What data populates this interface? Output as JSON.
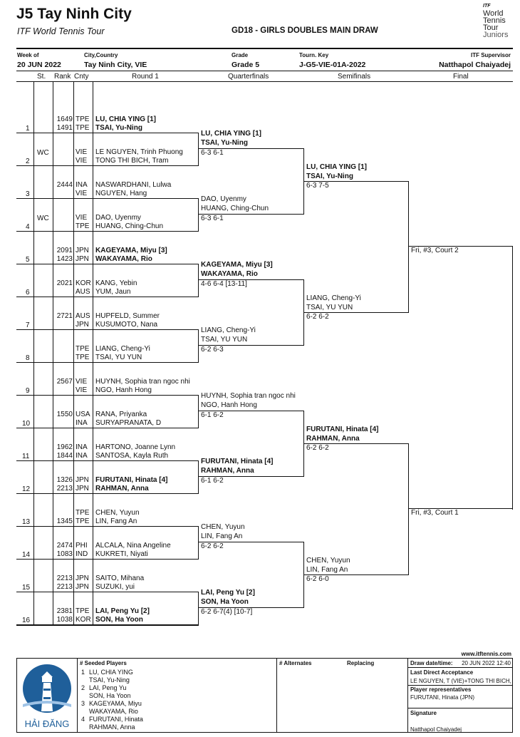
{
  "header": {
    "title": "J5 Tay Ninh City",
    "subtitle": "ITF World Tennis Tour",
    "draw_name": "GD18 - GIRLS DOUBLES MAIN DRAW",
    "logo_lines": [
      "World",
      "Tennis",
      "Tour",
      "Juniors"
    ],
    "logo_badge": "ITF",
    "week_label": "Week of",
    "week_value": "20 JUN 2022",
    "city_label": "City,Country",
    "city_value": "Tay Ninh City, VIE",
    "grade_label": "Grade",
    "grade_value": "Grade 5",
    "key_label": "Tourn. Key",
    "key_value": "J-G5-VIE-01A-2022",
    "supervisor_label": "ITF Supervisor",
    "supervisor_value": "Natthapol Chaiyadej"
  },
  "columns": {
    "st": "St.",
    "rank": "Rank",
    "cnty": "Cnty",
    "round1": "Round 1",
    "qf": "Quarterfinals",
    "sf": "Semifinals",
    "final": "Final"
  },
  "lines": [
    {
      "n": "1",
      "st": "",
      "p": [
        {
          "rank": "1649",
          "cnty": "TPE",
          "name": "LU, CHIA YING [1]",
          "bold": true
        },
        {
          "rank": "1491",
          "cnty": "TPE",
          "name": "TSAI, Yu-Ning",
          "bold": true
        }
      ]
    },
    {
      "n": "2",
      "st": "WC",
      "p": [
        {
          "rank": "",
          "cnty": "VIE",
          "name": "LE NGUYEN, Trinh Phuong",
          "bold": false
        },
        {
          "rank": "",
          "cnty": "VIE",
          "name": "TONG THI BICH, Tram",
          "bold": false
        }
      ]
    },
    {
      "n": "3",
      "st": "",
      "p": [
        {
          "rank": "2444",
          "cnty": "INA",
          "name": "NASWARDHANI, Lulwa",
          "bold": false
        },
        {
          "rank": "",
          "cnty": "VIE",
          "name": "NGUYEN, Hang",
          "bold": false
        }
      ]
    },
    {
      "n": "4",
      "st": "WC",
      "p": [
        {
          "rank": "",
          "cnty": "VIE",
          "name": "DAO, Uyenmy",
          "bold": false
        },
        {
          "rank": "",
          "cnty": "TPE",
          "name": "HUANG, Ching-Chun",
          "bold": false
        }
      ]
    },
    {
      "n": "5",
      "st": "",
      "p": [
        {
          "rank": "2091",
          "cnty": "JPN",
          "name": "KAGEYAMA, Miyu [3]",
          "bold": true
        },
        {
          "rank": "1423",
          "cnty": "JPN",
          "name": "WAKAYAMA, Rio",
          "bold": true
        }
      ]
    },
    {
      "n": "6",
      "st": "",
      "p": [
        {
          "rank": "2021",
          "cnty": "KOR",
          "name": "KANG, Yebin",
          "bold": false
        },
        {
          "rank": "",
          "cnty": "AUS",
          "name": "YUM, Jaun",
          "bold": false
        }
      ]
    },
    {
      "n": "7",
      "st": "",
      "p": [
        {
          "rank": "2721",
          "cnty": "AUS",
          "name": "HUPFELD, Summer",
          "bold": false
        },
        {
          "rank": "",
          "cnty": "JPN",
          "name": "KUSUMOTO, Nana",
          "bold": false
        }
      ]
    },
    {
      "n": "8",
      "st": "",
      "p": [
        {
          "rank": "",
          "cnty": "TPE",
          "name": "LIANG, Cheng-Yi",
          "bold": false
        },
        {
          "rank": "",
          "cnty": "TPE",
          "name": "TSAI, YU YUN",
          "bold": false
        }
      ]
    },
    {
      "n": "9",
      "st": "",
      "p": [
        {
          "rank": "2567",
          "cnty": "VIE",
          "name": "HUYNH, Sophia tran ngoc nhi",
          "bold": false
        },
        {
          "rank": "",
          "cnty": "VIE",
          "name": "NGO, Hanh Hong",
          "bold": false
        }
      ]
    },
    {
      "n": "10",
      "st": "",
      "p": [
        {
          "rank": "1550",
          "cnty": "USA",
          "name": "RANA, Priyanka",
          "bold": false
        },
        {
          "rank": "",
          "cnty": "INA",
          "name": "SURYAPRANATA, D",
          "bold": false
        }
      ]
    },
    {
      "n": "11",
      "st": "",
      "p": [
        {
          "rank": "1962",
          "cnty": "INA",
          "name": "HARTONO, Joanne Lynn",
          "bold": false
        },
        {
          "rank": "1844",
          "cnty": "INA",
          "name": "SANTOSA, Kayla Ruth",
          "bold": false
        }
      ]
    },
    {
      "n": "12",
      "st": "",
      "p": [
        {
          "rank": "1326",
          "cnty": "JPN",
          "name": "FURUTANI, Hinata [4]",
          "bold": true
        },
        {
          "rank": "2213",
          "cnty": "JPN",
          "name": "RAHMAN, Anna",
          "bold": true
        }
      ]
    },
    {
      "n": "13",
      "st": "",
      "p": [
        {
          "rank": "",
          "cnty": "TPE",
          "name": "CHEN, Yuyun",
          "bold": false
        },
        {
          "rank": "1345",
          "cnty": "TPE",
          "name": "LIN, Fang An",
          "bold": false
        }
      ]
    },
    {
      "n": "14",
      "st": "",
      "p": [
        {
          "rank": "2474",
          "cnty": "PHI",
          "name": "ALCALA, Nina Angeline",
          "bold": false
        },
        {
          "rank": "1083",
          "cnty": "IND",
          "name": "KUKRETI, Niyati",
          "bold": false
        }
      ]
    },
    {
      "n": "15",
      "st": "",
      "p": [
        {
          "rank": "2213",
          "cnty": "JPN",
          "name": "SAITO, Mihana",
          "bold": false
        },
        {
          "rank": "2213",
          "cnty": "JPN",
          "name": "SUZUKI, yui",
          "bold": false
        }
      ]
    },
    {
      "n": "16",
      "st": "",
      "p": [
        {
          "rank": "2381",
          "cnty": "TPE",
          "name": "LAI, Peng Yu [2]",
          "bold": true
        },
        {
          "rank": "1038",
          "cnty": "KOR",
          "name": "SON, Ha Yoon",
          "bold": true
        }
      ]
    }
  ],
  "qf": [
    {
      "n1": "LU, CHIA YING [1]",
      "n2": "TSAI, Yu-Ning",
      "bold": true,
      "score": "6-3 6-1"
    },
    {
      "n1": "DAO, Uyenmy",
      "n2": "HUANG, Ching-Chun",
      "bold": false,
      "score": "6-3 6-1"
    },
    {
      "n1": "KAGEYAMA, Miyu [3]",
      "n2": "WAKAYAMA, Rio",
      "bold": true,
      "score": "4-6 6-4 [13-11]"
    },
    {
      "n1": "LIANG, Cheng-Yi",
      "n2": "TSAI, YU YUN",
      "bold": false,
      "score": "6-2 6-3"
    },
    {
      "n1": "HUYNH, Sophia tran ngoc nhi",
      "n2": "NGO, Hanh Hong",
      "bold": false,
      "score": "6-1 6-2"
    },
    {
      "n1": "FURUTANI, Hinata [4]",
      "n2": "RAHMAN, Anna",
      "bold": true,
      "score": "6-1 6-2"
    },
    {
      "n1": "CHEN, Yuyun",
      "n2": "LIN, Fang An",
      "bold": false,
      "score": "6-2 6-2"
    },
    {
      "n1": "LAI, Peng Yu [2]",
      "n2": "SON, Ha Yoon",
      "bold": true,
      "score": "6-2 6-7(4) [10-7]"
    }
  ],
  "sf": [
    {
      "n1": "LU, CHIA YING [1]",
      "n2": "TSAI, Yu-Ning",
      "bold": true,
      "score": "6-3 7-5"
    },
    {
      "n1": "LIANG, Cheng-Yi",
      "n2": "TSAI, YU YUN",
      "bold": false,
      "score": "6-2 6-2"
    },
    {
      "n1": "FURUTANI, Hinata [4]",
      "n2": "RAHMAN, Anna",
      "bold": true,
      "score": "6-2 6-2"
    },
    {
      "n1": "CHEN, Yuyun",
      "n2": "LIN, Fang An",
      "bold": false,
      "score": "6-2 6-0"
    }
  ],
  "final": [
    {
      "court": "Fri, #3, Court 2"
    },
    {
      "court": "Fri, #3, Court 1"
    }
  ],
  "footer": {
    "website": "www.itftennis.com",
    "seeded_title": "# Seeded Players",
    "seeds": [
      {
        "num": "1",
        "a": "LU, CHIA YING",
        "b": "TSAI, Yu-Ning"
      },
      {
        "num": "2",
        "a": "LAI, Peng Yu",
        "b": "SON, Ha Yoon"
      },
      {
        "num": "3",
        "a": "KAGEYAMA, Miyu",
        "b": "WAKAYAMA, Rio"
      },
      {
        "num": "4",
        "a": "FURUTANI, Hinata",
        "b": "RAHMAN, Anna"
      }
    ],
    "alternates_title": "# Alternates",
    "replacing_title": "Replacing",
    "draw_date_label": "Draw date/time:",
    "draw_date_value": "20 JUN 2022 12:40",
    "lda_label": "Last Direct Acceptance",
    "lda_value": "LE NGUYEN, T (VIE)+TONG THI BICH, T",
    "reps_label": "Player representatives",
    "reps_value": "FURUTANI, Hinata (JPN)",
    "signature_label": "Signature",
    "signature_value": "Natthapol Chaiyadej",
    "logo_caption": "HẢI ĐĂNG"
  }
}
